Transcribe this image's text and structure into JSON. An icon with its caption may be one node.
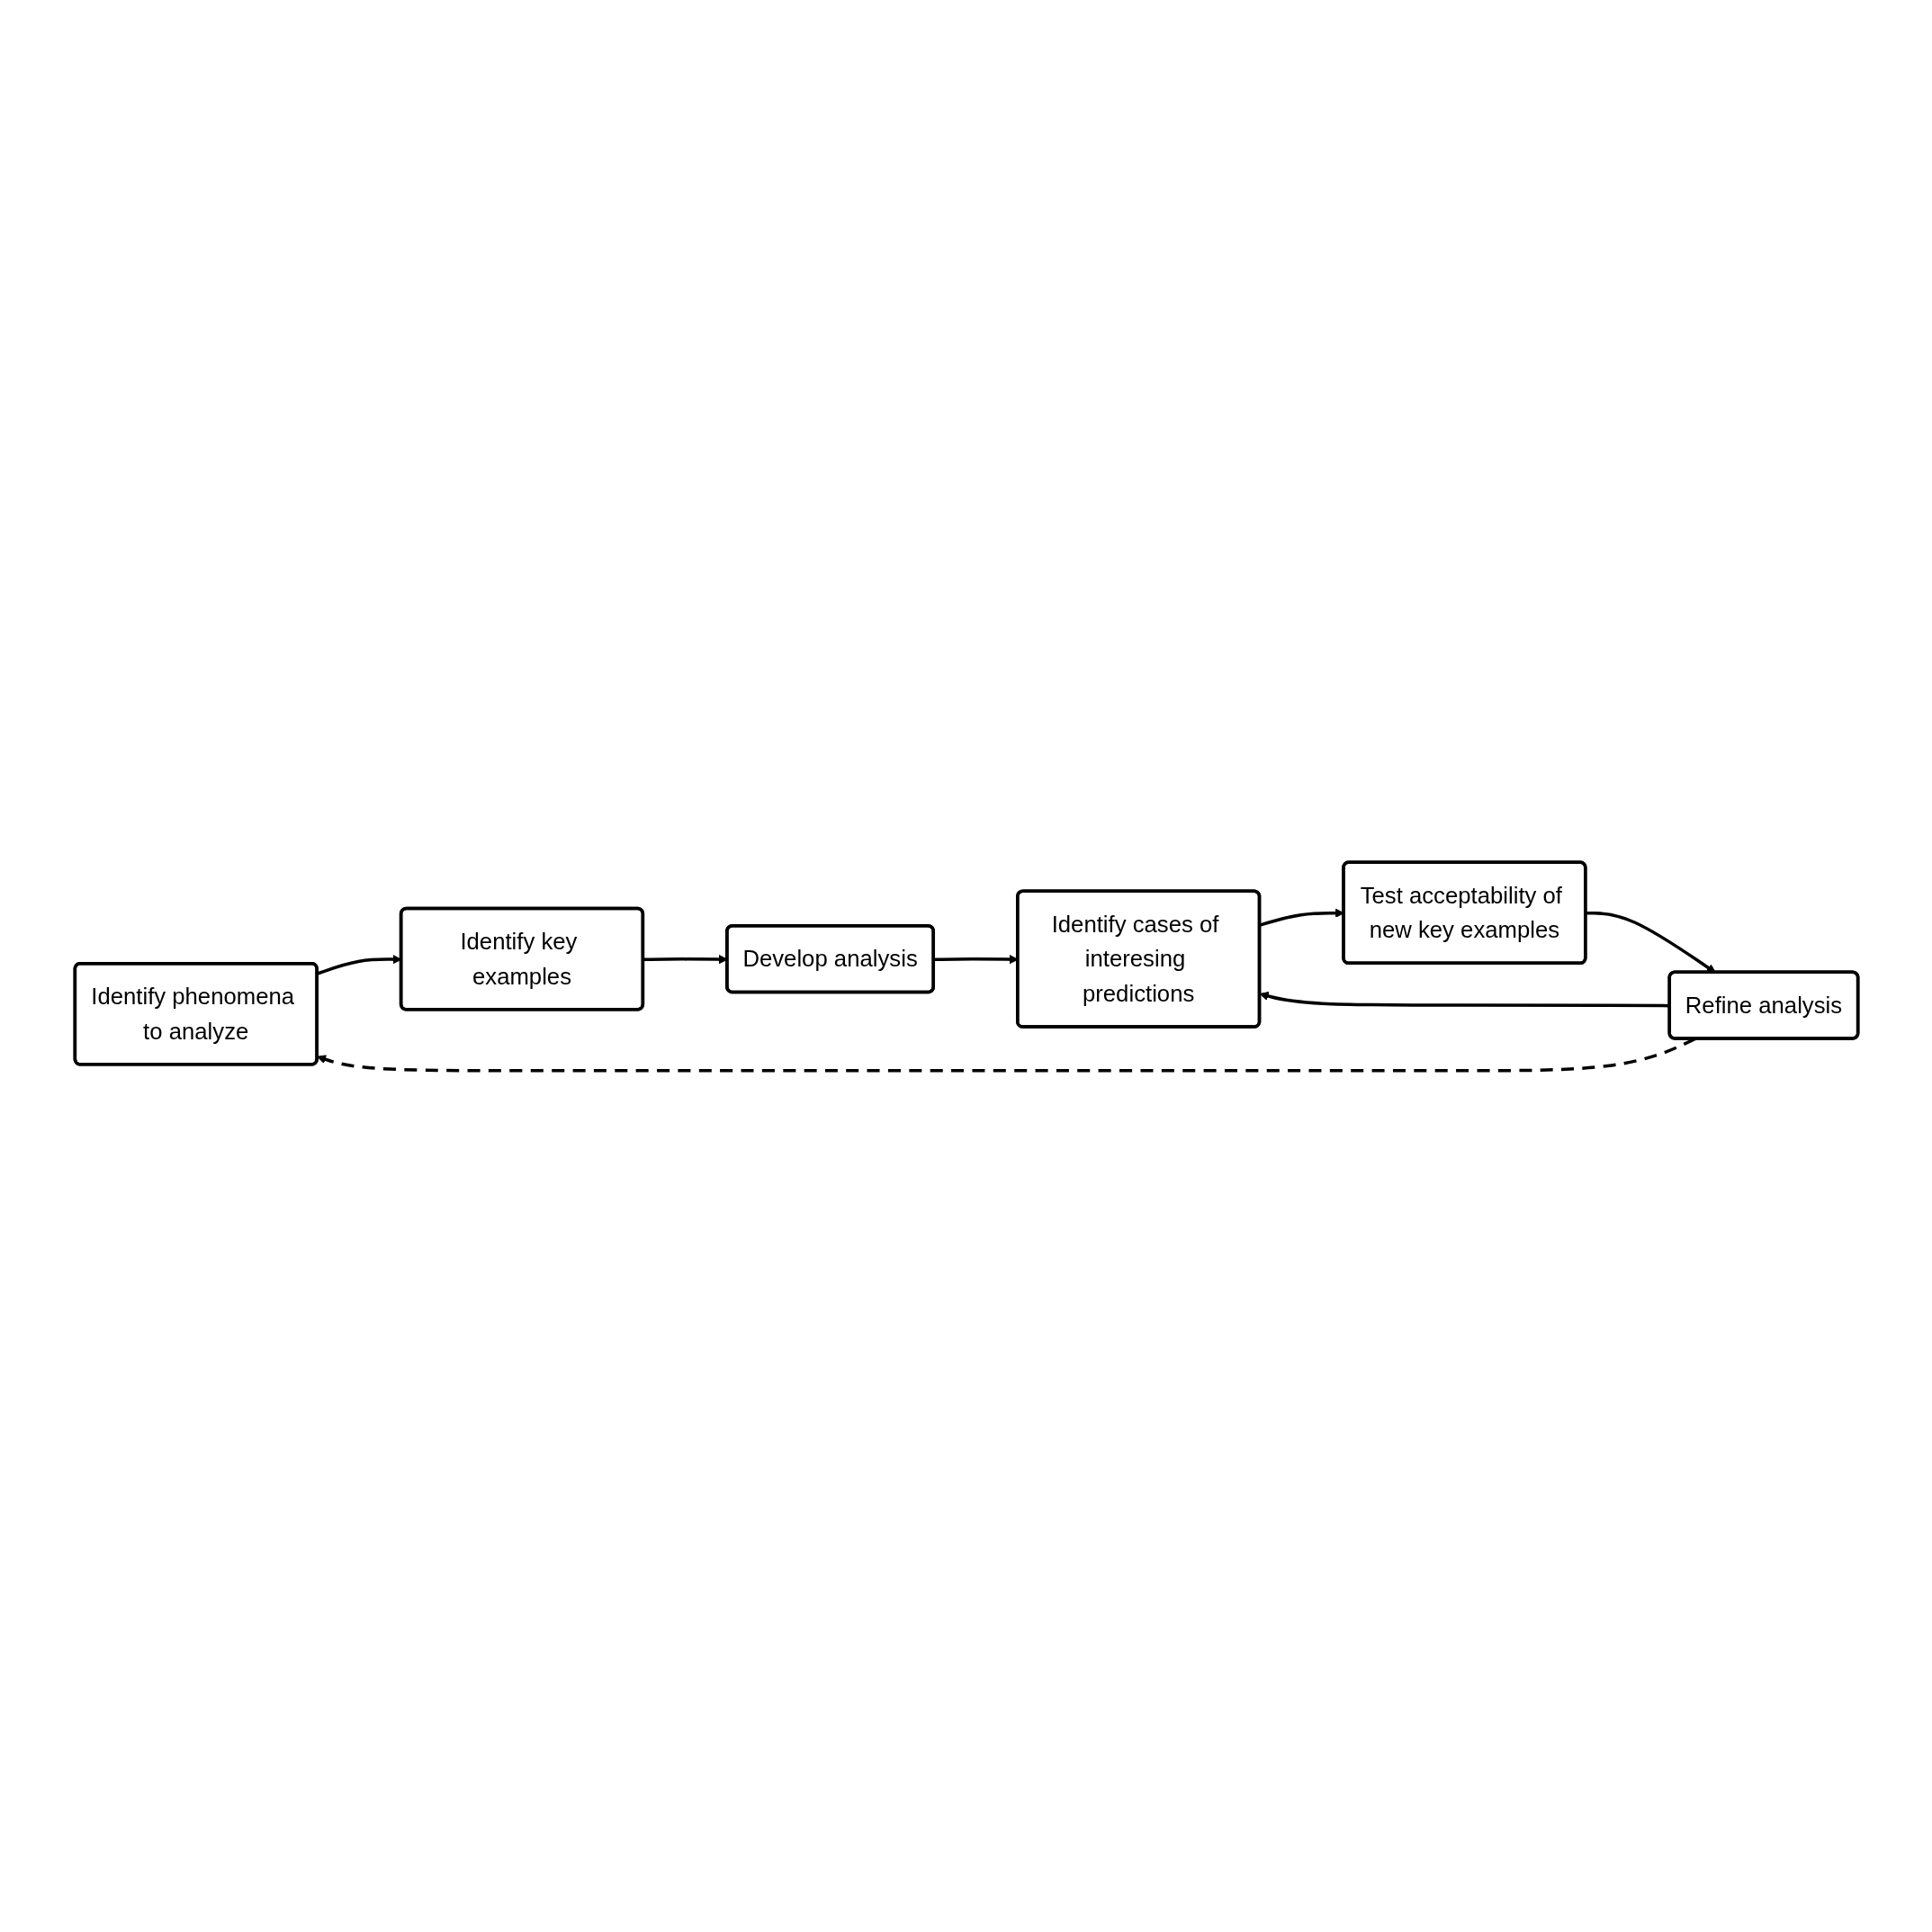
{
  "diagram": {
    "nodes": [
      {
        "text": [
          "Identify phenomena to analyze"
        ]
      },
      {
        "text": [
          "Identify key examples"
        ]
      },
      {
        "text": [
          "Develop analysis"
        ]
      },
      {
        "text": [
          "Identify cases of interesing predictions"
        ]
      },
      {
        "text": [
          "Test acceptability of new key examples"
        ]
      },
      {
        "text": [
          "Refine analysis"
        ]
      }
    ],
    "edges": [
      {
        "from": 0,
        "to": 1,
        "arrow": "to"
      },
      {
        "from": 1,
        "to": 2,
        "arrow": "to"
      },
      {
        "from": 2,
        "to": 3,
        "arrow": "to"
      },
      {
        "from": 3,
        "to": 4,
        "arrow": "to"
      },
      {
        "from": 4,
        "to": 5,
        "arrow": "to"
      },
      {
        "from": 5,
        "to": 3,
        "arrow": "to"
      },
      {
        "from": 5,
        "to": 0,
        "arrow": "to",
        "style": "dashed"
      }
    ]
  }
}
